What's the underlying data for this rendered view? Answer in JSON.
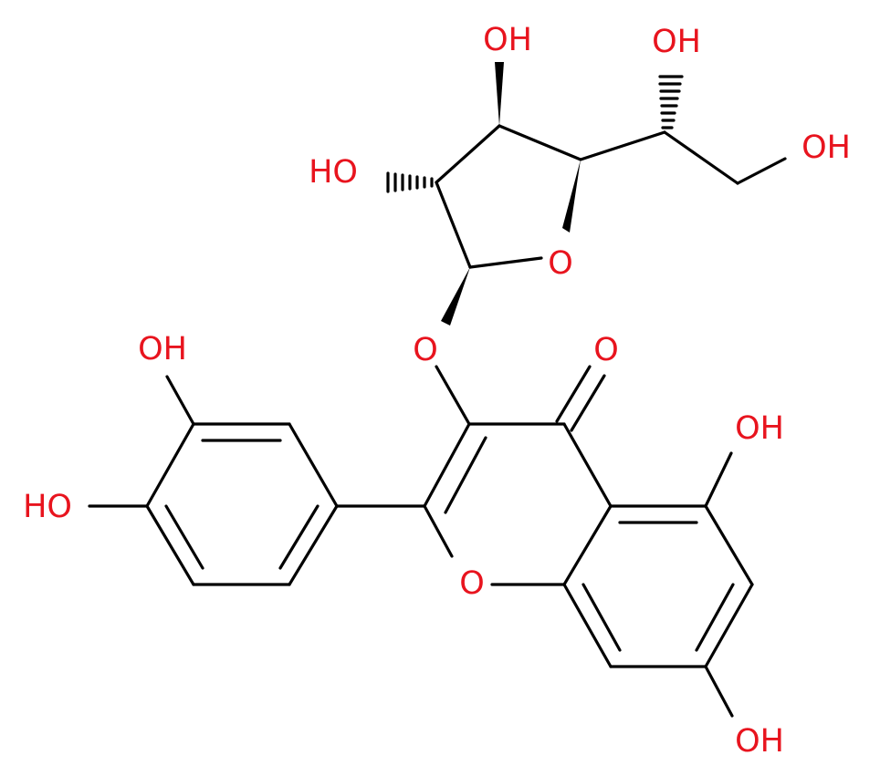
{
  "atom_labels": {
    "oh_furanose_top": "OH",
    "oh_sidechain_top": "OH",
    "oh_furanose_left": "HO",
    "oh_sidechain_terminal": "OH",
    "o_ring_furanose": "O",
    "o_glycosidic": "O",
    "o_carbonyl": "O",
    "oh_catechol_upper": "OH",
    "oh_catechol_lower": "HO",
    "oh_c5": "OH",
    "o_ring_chromone": "O",
    "oh_c7": "OH"
  },
  "colors": {
    "bond": "#000000",
    "heteroatom": "#e8141e",
    "background": "#ffffff"
  }
}
